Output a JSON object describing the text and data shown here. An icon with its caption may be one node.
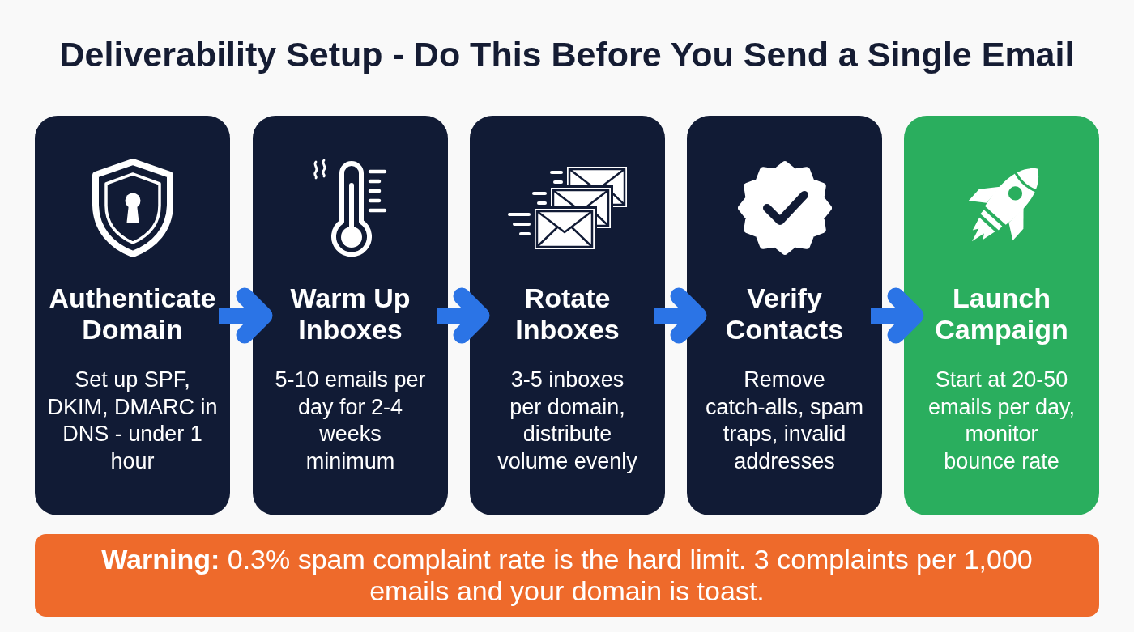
{
  "diagram": {
    "title": "Deliverability Setup - Do This Before You Send a Single Email",
    "nodes": [
      {
        "text": [
          "Authenticate Domain",
          "Set up SPF, DKIM, DMARC in DNS - under 1 hour"
        ]
      },
      {
        "text": [
          "Warm Up Inboxes",
          "5-10 emails per day for 2-4 weeks minimum"
        ]
      },
      {
        "text": [
          "Rotate Inboxes",
          "3-5 inboxes per domain, distribute volume evenly"
        ]
      },
      {
        "text": [
          "Verify Contacts",
          "Remove catch-alls, spam traps, invalid addresses"
        ]
      },
      {
        "text": [
          "Launch Campaign",
          "Start at 20-50 emails per day, monitor bounce rate"
        ]
      },
      {
        "text": [
          "**Warning:** 0.3% spam complaint rate is the hard limit. 3 complaints per 1,000 emails and your domain is toast."
        ]
      }
    ],
    "edges": [
      {
        "from": 0,
        "to": 1,
        "arrow": "to"
      },
      {
        "from": 1,
        "to": 2,
        "arrow": "to"
      },
      {
        "from": 2,
        "to": 3,
        "arrow": "to"
      },
      {
        "from": 3,
        "to": 4,
        "arrow": "to"
      }
    ]
  }
}
